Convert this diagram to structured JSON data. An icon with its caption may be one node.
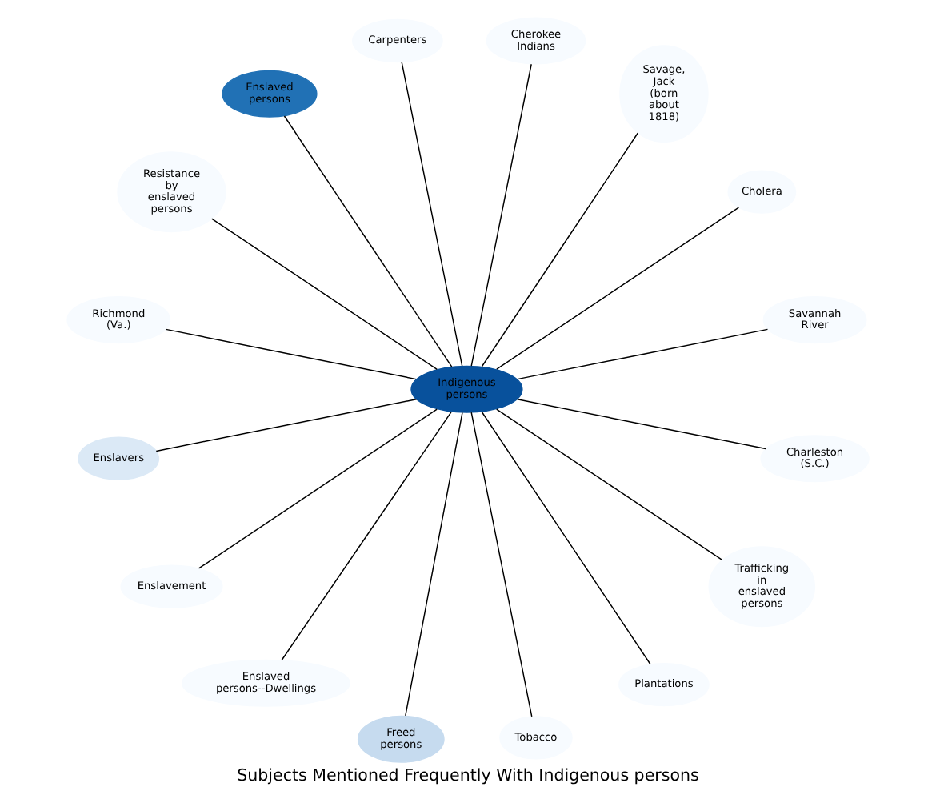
{
  "diagram": {
    "title": "Subjects Mentioned Frequently With Indigenous persons",
    "nodes": [
      {
        "text": [
          "Indigenous persons"
        ]
      },
      {
        "text": [
          "Savannah River"
        ]
      },
      {
        "text": [
          "Cholera"
        ]
      },
      {
        "text": [
          "Savage, Jack (born about 1818)"
        ]
      },
      {
        "text": [
          "Cherokee Indians"
        ]
      },
      {
        "text": [
          "Carpenters"
        ]
      },
      {
        "text": [
          "Enslaved persons"
        ]
      },
      {
        "text": [
          "Resistance by enslaved persons"
        ]
      },
      {
        "text": [
          "Richmond (Va.)"
        ]
      },
      {
        "text": [
          "Enslavers"
        ]
      },
      {
        "text": [
          "Enslavement"
        ]
      },
      {
        "text": [
          "Enslaved persons--Dwellings"
        ]
      },
      {
        "text": [
          "Freed persons"
        ]
      },
      {
        "text": [
          "Tobacco"
        ]
      },
      {
        "text": [
          "Plantations"
        ]
      },
      {
        "text": [
          "Trafficking in enslaved persons"
        ]
      },
      {
        "text": [
          "Charleston (S.C.)"
        ]
      }
    ],
    "edges": [
      {
        "from": 1,
        "to": 0,
        "arrow": "none"
      },
      {
        "from": 2,
        "to": 0,
        "arrow": "none"
      },
      {
        "from": 3,
        "to": 0,
        "arrow": "none"
      },
      {
        "from": 4,
        "to": 0,
        "arrow": "none"
      },
      {
        "from": 5,
        "to": 0,
        "arrow": "none"
      },
      {
        "from": 6,
        "to": 0,
        "arrow": "none"
      },
      {
        "from": 7,
        "to": 0,
        "arrow": "none"
      },
      {
        "from": 8,
        "to": 0,
        "arrow": "none"
      },
      {
        "from": 9,
        "to": 0,
        "arrow": "none"
      },
      {
        "from": 10,
        "to": 0,
        "arrow": "none"
      },
      {
        "from": 11,
        "to": 0,
        "arrow": "none"
      },
      {
        "from": 12,
        "to": 0,
        "arrow": "none"
      },
      {
        "from": 13,
        "to": 0,
        "arrow": "none"
      },
      {
        "from": 14,
        "to": 0,
        "arrow": "none"
      },
      {
        "from": 15,
        "to": 0,
        "arrow": "none"
      },
      {
        "from": 16,
        "to": 0,
        "arrow": "none"
      }
    ]
  }
}
